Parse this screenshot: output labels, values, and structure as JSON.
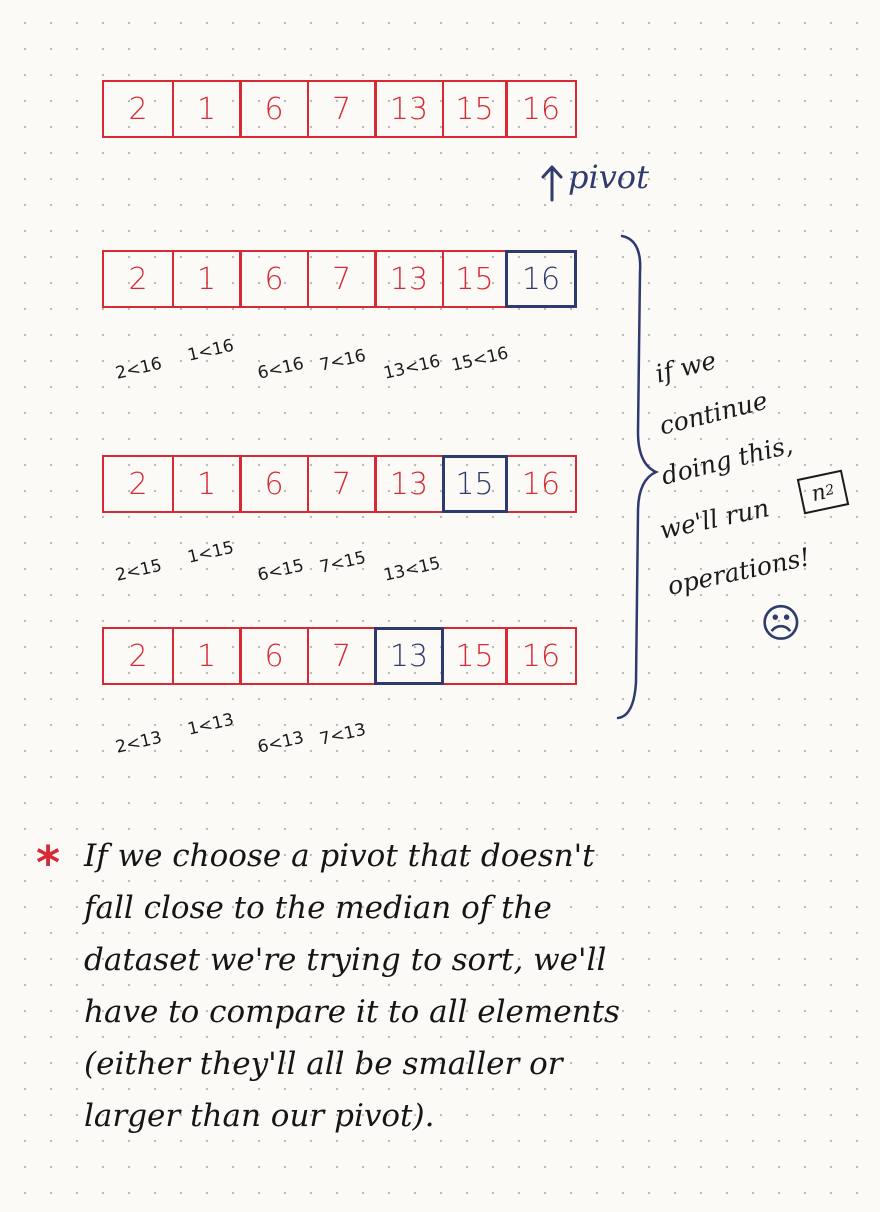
{
  "rows": [
    {
      "cells": [
        "2",
        "1",
        "6",
        "7",
        "13",
        "15",
        "16"
      ],
      "pivot_index": -1,
      "comparisons": []
    },
    {
      "cells": [
        "2",
        "1",
        "6",
        "7",
        "13",
        "15",
        "16"
      ],
      "pivot_index": 6,
      "comparisons": [
        "2<16",
        "1<16",
        "6<16",
        "7<16",
        "13<16",
        "15<16"
      ]
    },
    {
      "cells": [
        "2",
        "1",
        "6",
        "7",
        "13",
        "15",
        "16"
      ],
      "pivot_index": 5,
      "comparisons": [
        "2<15",
        "1<15",
        "6<15",
        "7<15",
        "13<15"
      ]
    },
    {
      "cells": [
        "2",
        "1",
        "6",
        "7",
        "13",
        "15",
        "16"
      ],
      "pivot_index": 4,
      "comparisons": [
        "2<13",
        "1<13",
        "6<13",
        "7<13"
      ]
    }
  ],
  "pivot_label": "pivot",
  "side_note": {
    "lines": [
      "if we",
      "continue",
      "doing this,",
      "we'll run",
      "operations!"
    ],
    "boxed": "n",
    "boxed_sup": "2",
    "emoji": "☹"
  },
  "bottom_note": {
    "star": "*",
    "lines": [
      "If we choose a pivot that doesn't",
      "fall close to the median of the",
      "dataset we're trying to sort, we'll",
      "have to compare it to all elements",
      "(either they'll all be smaller or",
      "larger than our pivot)."
    ]
  },
  "colors": {
    "red": "#d72a35",
    "blue": "#2f3a6e",
    "ink": "#151515"
  }
}
